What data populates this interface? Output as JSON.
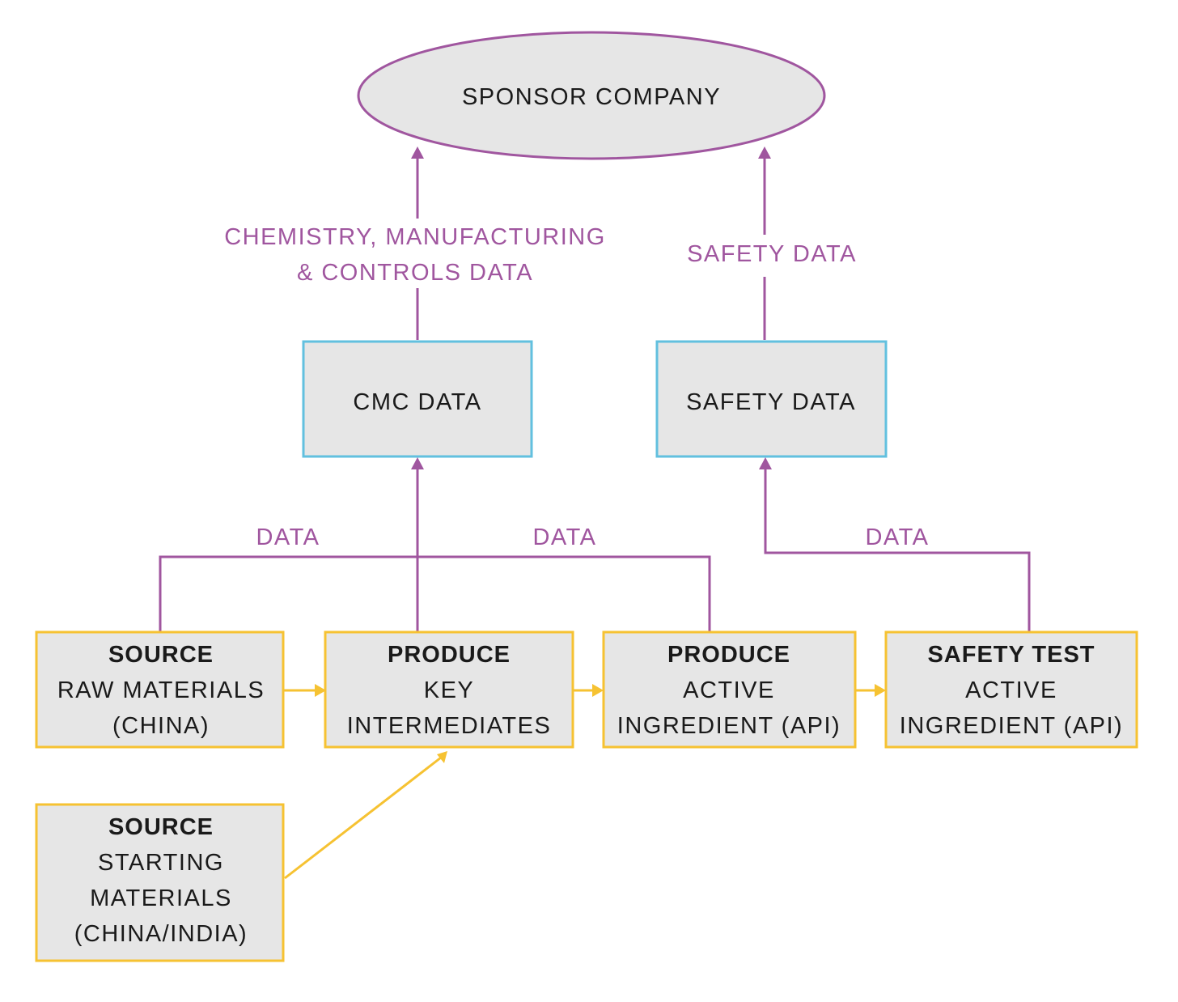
{
  "sponsor": {
    "label": "SPONSOR COMPANY"
  },
  "edges": {
    "cmc_label_line1": "CHEMISTRY, MANUFACTURING",
    "cmc_label_line2": "& CONTROLS DATA",
    "safety_label": "SAFETY DATA",
    "data_left": "DATA",
    "data_middle": "DATA",
    "data_right": "DATA"
  },
  "data_boxes": {
    "cmc": "CMC DATA",
    "safety": "SAFETY DATA"
  },
  "process": {
    "raw_materials": {
      "heading": "SOURCE",
      "line1": "RAW MATERIALS",
      "line2": "(CHINA)"
    },
    "key_intermediates": {
      "heading": "PRODUCE",
      "line1": "KEY",
      "line2": "INTERMEDIATES"
    },
    "active_ingredient": {
      "heading": "PRODUCE",
      "line1": "ACTIVE",
      "line2": "INGREDIENT (API)"
    },
    "safety_test": {
      "heading": "SAFETY TEST",
      "line1": "ACTIVE",
      "line2": "INGREDIENT (API)"
    },
    "starting_materials": {
      "heading": "SOURCE",
      "line1": "STARTING",
      "line2": "MATERIALS",
      "line3": "(CHINA/INDIA)"
    }
  },
  "colors": {
    "purple": "#a0569f",
    "yellow": "#f6c232",
    "blue": "#62c0df",
    "box_fill": "#e6e6e6"
  }
}
